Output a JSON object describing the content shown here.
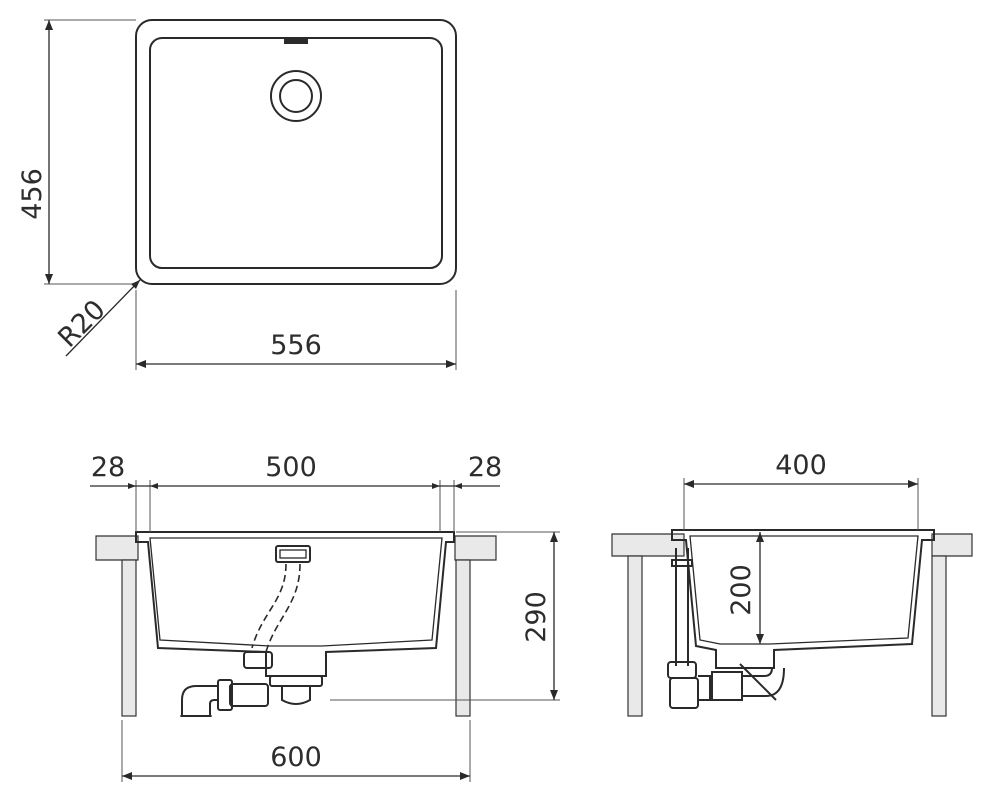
{
  "dimensions": {
    "top_height": "456",
    "top_width": "556",
    "corner_radius": "R20",
    "flange_left": "28",
    "inner_width": "500",
    "flange_right": "28",
    "total_height": "290",
    "cabinet_width": "600",
    "side_width": "400",
    "side_depth": "200"
  },
  "colors": {
    "line": "#2a2a2a",
    "counter_fill": "#e9e9e9",
    "background": "#ffffff"
  }
}
